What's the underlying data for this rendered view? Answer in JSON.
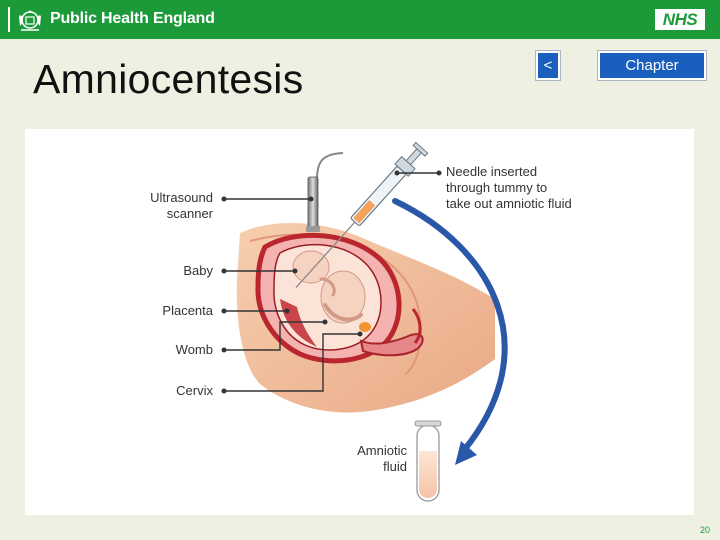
{
  "header": {
    "org_name": "Public Health England",
    "nhs_logo": "NHS",
    "crest_icon": "royal-crest-icon",
    "banner_color": "#1c9a3a"
  },
  "slide": {
    "title": "Amniocentesis",
    "prev_button": "<",
    "chapter_button": "Chapter",
    "page_number": "20",
    "button_color": "#1a5fbd"
  },
  "diagram": {
    "labels": {
      "ultrasound_line1": "Ultrasound",
      "ultrasound_line2": "scanner",
      "baby": "Baby",
      "placenta": "Placenta",
      "womb": "Womb",
      "cervix": "Cervix",
      "needle_line1": "Needle inserted",
      "needle_line2": "through tummy to",
      "needle_line3": "take out amniotic fluid",
      "fluid_line1": "Amniotic",
      "fluid_line2": "fluid"
    },
    "arrow_color": "#2a58a8"
  }
}
